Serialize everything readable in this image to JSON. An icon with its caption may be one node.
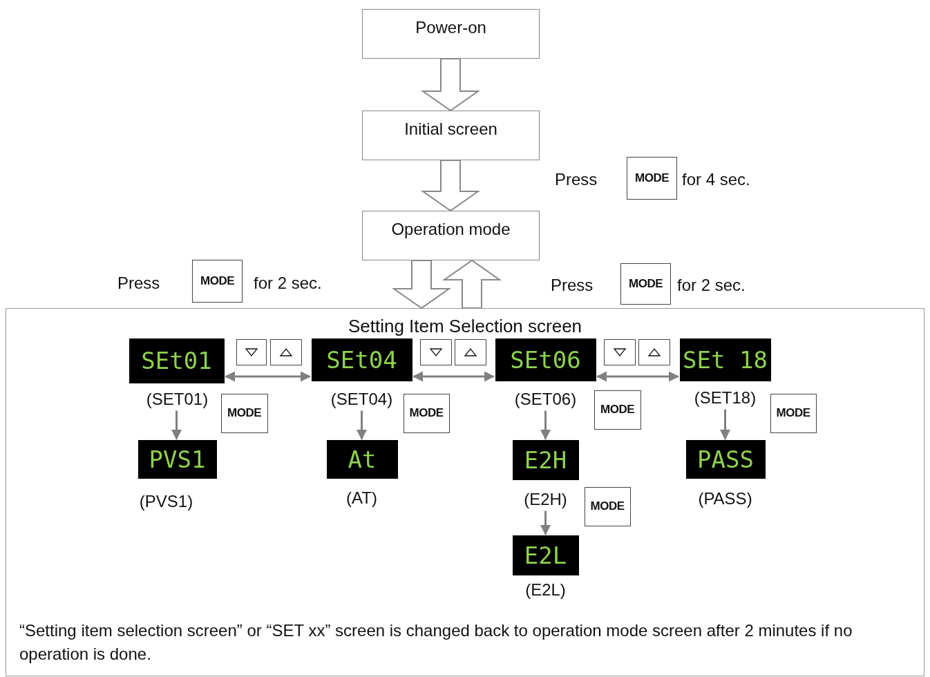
{
  "diagram": {
    "nodes": [
      {
        "text": [
          "Power-on"
        ]
      },
      {
        "text": [
          "Initial screen"
        ]
      },
      {
        "text": [
          "MODE"
        ]
      },
      {
        "text": [
          "Operation mode"
        ]
      },
      {
        "text": [
          "MODE"
        ]
      },
      {
        "text": [
          "MODE"
        ]
      },
      {
        "text": [
          "Setting Item Selection screen"
        ]
      },
      {
        "text": [
          "SEt01"
        ],
        "in": 6,
        "beside": [
          "(SET01)"
        ]
      },
      {
        "text": [],
        "shape": "box",
        "in": 6
      },
      {
        "text": [],
        "shape": "box",
        "in": 6
      },
      {
        "text": [
          "SEt04"
        ],
        "in": 6,
        "beside": [
          "(SET04)"
        ]
      },
      {
        "text": [],
        "shape": "box",
        "in": 6
      },
      {
        "text": [],
        "shape": "box",
        "in": 6
      },
      {
        "text": [
          "SEt06"
        ],
        "in": 6,
        "beside": [
          "(SET06)"
        ]
      },
      {
        "text": [],
        "shape": "box",
        "in": 6
      },
      {
        "text": [],
        "shape": "box",
        "in": 6
      },
      {
        "text": [
          "SEt 18"
        ],
        "in": 6,
        "beside": [
          "(SET18)"
        ]
      },
      {
        "text": [
          "MODE"
        ],
        "in": 6
      },
      {
        "text": [
          "MODE"
        ],
        "in": 6
      },
      {
        "text": [
          "MODE"
        ],
        "in": 6
      },
      {
        "text": [
          "MODE"
        ],
        "in": 6
      },
      {
        "text": [
          "PVS1"
        ],
        "in": 6,
        "beside": [
          "(PVS1)"
        ]
      },
      {
        "text": [
          "At"
        ],
        "in": 6,
        "beside": [
          "(AT)"
        ]
      },
      {
        "text": [
          "E2H"
        ],
        "in": 6,
        "beside": [
          "(E2H)"
        ]
      },
      {
        "text": [
          "PASS"
        ],
        "in": 6,
        "beside": [
          "(PASS)"
        ]
      },
      {
        "text": [
          "MODE"
        ],
        "in": 6
      },
      {
        "text": [
          "E2L"
        ],
        "in": 6,
        "beside": [
          "(E2L)"
        ]
      }
    ],
    "edges": [
      {
        "from": 0,
        "to": 1,
        "arrow": "to",
        "style": "thick"
      },
      {
        "from": 1,
        "to": 3,
        "arrow": "to",
        "style": "thick"
      },
      {
        "from": 3,
        "to": 6,
        "arrow": "to",
        "style": "thick"
      },
      {
        "from": 6,
        "to": 3,
        "arrow": "to",
        "style": "thick"
      },
      {
        "from": 7,
        "to": 10,
        "arrow": "both"
      },
      {
        "from": 10,
        "to": 13,
        "arrow": "both"
      },
      {
        "from": 13,
        "to": 16,
        "arrow": "both"
      },
      {
        "from": 7,
        "to": 21,
        "arrow": "to"
      },
      {
        "from": 10,
        "to": 22,
        "arrow": "to"
      },
      {
        "from": 13,
        "to": 23,
        "arrow": "to"
      },
      {
        "from": 23,
        "to": 26,
        "arrow": "to"
      },
      {
        "from": 16,
        "to": 24,
        "arrow": "to"
      }
    ],
    "labels": [
      "Press",
      "for 4 sec.",
      "Press",
      "for 2 sec.",
      "Press",
      "for 2 sec.",
      "“Setting item selection screen” or “SET xx” screen is changed back to operation mode screen after 2 minutes if no operation is done."
    ]
  }
}
